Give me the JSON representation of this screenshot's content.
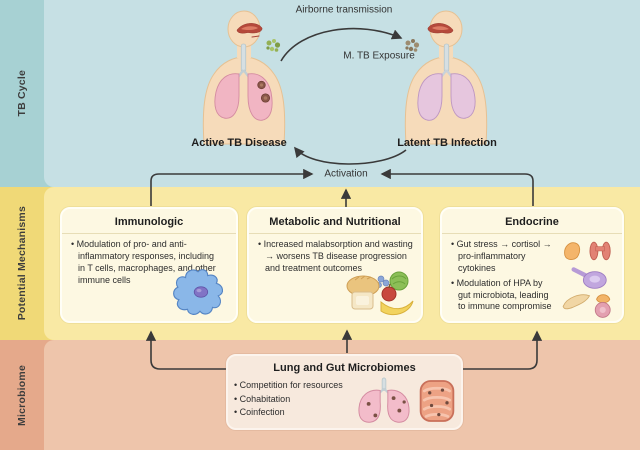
{
  "palette": {
    "tb_cycle_band": "#c6e0e4",
    "tb_cycle_sidebar": "#a7d1d3",
    "mechanisms_band": "#f9e9a4",
    "mechanisms_sidebar": "#f0d977",
    "microbiome_band": "#eec5ab",
    "microbiome_sidebar": "#e5a98b",
    "mechanism_box_fill": "#fdf8e2",
    "microbiome_box_fill": "#f7e9dd",
    "arrow_color": "#3a3a3a"
  },
  "sidebar": {
    "bands": [
      {
        "label": "TB Cycle"
      },
      {
        "label": "Potential Mechanisms"
      },
      {
        "label": "Microbiome"
      }
    ]
  },
  "tb_cycle": {
    "airborne_label": "Airborne transmission",
    "exposure_label": "M. TB Exposure",
    "active_label": "Active TB Disease",
    "latent_label": "Latent TB Infection",
    "activation_label": "Activation",
    "icons": [
      "person-active-tb-icon",
      "cough-droplets-icon",
      "person-latent-tb-icon",
      "inhaled-droplets-icon"
    ]
  },
  "mechanisms": {
    "boxes": [
      {
        "title": "Immunologic",
        "bullets": [
          "Modulation of pro- and anti-inflammatory responses, including in T cells, macrophages, and other immune cells"
        ],
        "icon": "macrophage-cell-icon"
      },
      {
        "title": "Metabolic and Nutritional",
        "bullets": [
          "Increased malabsorption and wasting → worsens TB disease progression and treatment outcomes"
        ],
        "icon": "food-icon"
      },
      {
        "title": "Endocrine",
        "bullets": [
          "Gut stress → cortisol → pro-inflammatory cytokines",
          "Modulation of HPA by gut microbiota, leading to immune compromise"
        ],
        "icon": "endocrine-organs-icon"
      }
    ]
  },
  "microbiome": {
    "box": {
      "title": "Lung and Gut Microbiomes",
      "bullets": [
        "Competition for resources",
        "Cohabitation",
        "Coinfection"
      ],
      "icons": [
        "lungs-microbiome-icon",
        "gut-microbiome-icon"
      ]
    }
  }
}
